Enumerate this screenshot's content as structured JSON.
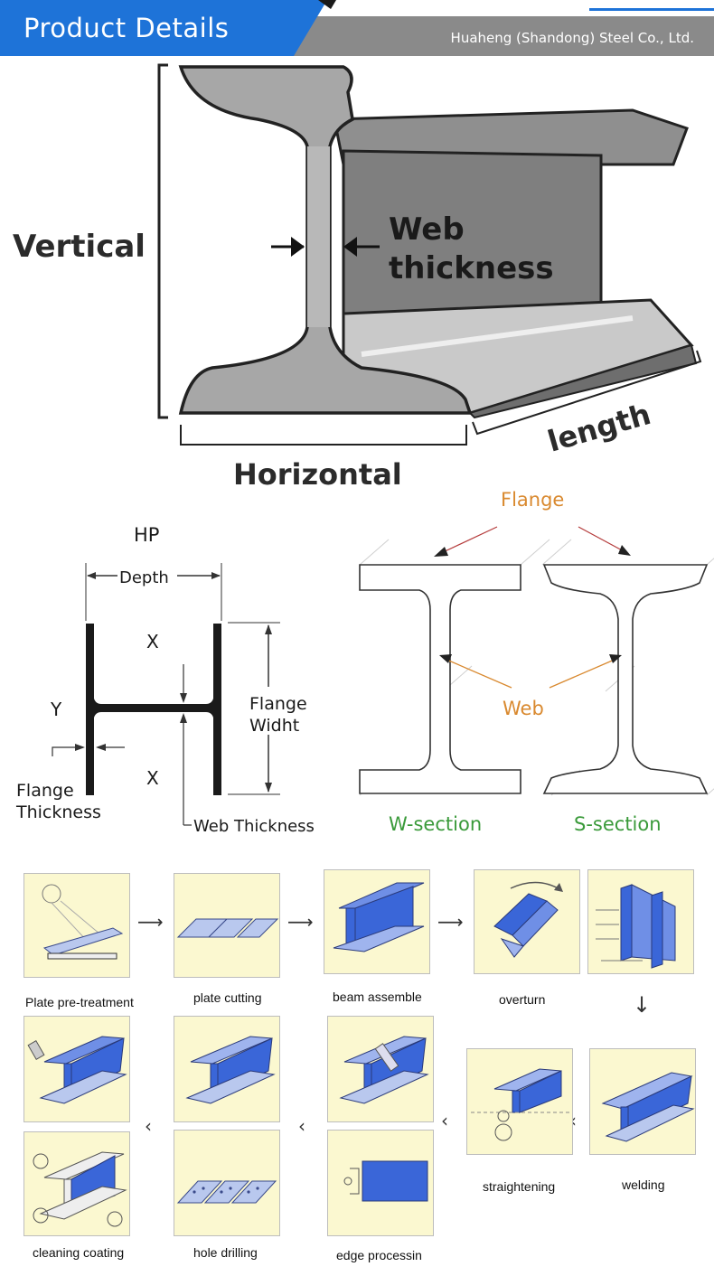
{
  "header": {
    "title": "Product Details",
    "company": "Huaheng (Shandong) Steel Co., Ltd.",
    "bg_color": "#1e73d8"
  },
  "beam_diagram": {
    "vertical_label": "Vertical",
    "horizontal_label": "Horizontal",
    "length_label": "length",
    "web_label_line1": "Web",
    "web_label_line2": "thickness"
  },
  "hp_diagram": {
    "title": "HP",
    "depth_label": "Depth",
    "x_label_top": "X",
    "x_label_bottom": "X",
    "y_label": "Y",
    "flange_width_line1": "Flange",
    "flange_width_line2": "Widht",
    "flange_thickness_line1": "Flange",
    "flange_thickness_line2": "Thickness",
    "web_thickness_label": "Web Thickness"
  },
  "sections_diagram": {
    "flange_label": "Flange",
    "web_label": "Web",
    "w_section_label": "W-section",
    "s_section_label": "S-section",
    "accent_color": "#d9892f",
    "section_label_color": "#3a9a3a"
  },
  "process": {
    "steps": [
      {
        "label": "Plate pre-treatment"
      },
      {
        "label": "plate cutting"
      },
      {
        "label": "beam assemble"
      },
      {
        "label": "overturn"
      },
      {
        "label": "welding"
      },
      {
        "label": "straightening"
      },
      {
        "label": "edge processin"
      },
      {
        "label": "hole drilling"
      },
      {
        "label": "cleaning coating"
      }
    ],
    "box_color": "#fbf8d0",
    "steel_color": "#3a66d8"
  }
}
